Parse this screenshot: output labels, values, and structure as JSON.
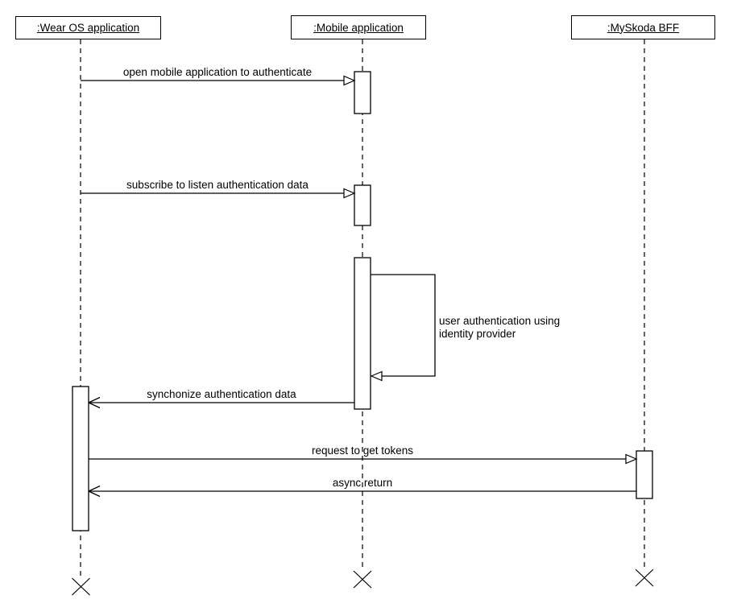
{
  "diagram": {
    "type": "uml-sequence-diagram",
    "colors": {
      "background": "#ffffff",
      "line": "#000000",
      "text": "#000000"
    },
    "actors": [
      {
        "label": ":Wear OS application"
      },
      {
        "label": ":Mobile application"
      },
      {
        "label": ":MySkoda BFF"
      }
    ],
    "messages": [
      {
        "label": "open mobile application to authenticate",
        "from": ":Wear OS application",
        "to": ":Mobile application",
        "arrowhead": "hollow-triangle"
      },
      {
        "label": "subscribe to listen authentication data",
        "from": ":Wear OS application",
        "to": ":Mobile application",
        "arrowhead": "hollow-triangle"
      },
      {
        "label": "user authentication using\nidentity provider",
        "from": ":Mobile application",
        "to": ":Mobile application",
        "self_message": true,
        "arrowhead": "hollow-triangle"
      },
      {
        "label": "synchonize authentication data",
        "from": ":Mobile application",
        "to": ":Wear OS application",
        "arrowhead": "open"
      },
      {
        "label": "request to get tokens",
        "from": ":Wear OS application",
        "to": ":MySkoda BFF",
        "arrowhead": "hollow-triangle"
      },
      {
        "label": "async return",
        "from": ":MySkoda BFF",
        "to": ":Wear OS application",
        "arrowhead": "open"
      }
    ],
    "lifeline_end": "destruction-x"
  }
}
